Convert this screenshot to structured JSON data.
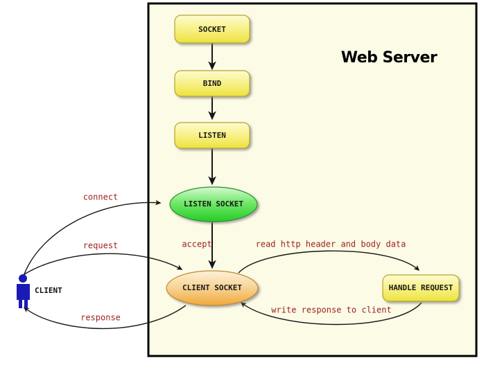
{
  "diagram": {
    "title": "Web Server",
    "background_color": "#ffffff",
    "server_panel_color": "#fbfbe6",
    "server_panel_border": "#000000",
    "accent_label_color": "#9e1f1f",
    "actor": {
      "name": "client-actor",
      "label": "CLIENT",
      "icon": "person-icon",
      "color": "#1a1ab4"
    },
    "process_nodes": [
      {
        "id": "socket",
        "label": "SOCKET",
        "shape": "rounded-rect",
        "color": "#f5ec6e"
      },
      {
        "id": "bind",
        "label": "BIND",
        "shape": "rounded-rect",
        "color": "#f5ec6e"
      },
      {
        "id": "listen",
        "label": "LISTEN",
        "shape": "rounded-rect",
        "color": "#f5ec6e"
      },
      {
        "id": "handle",
        "label": "HANDLE REQUEST",
        "shape": "rounded-rect",
        "color": "#f5ec6e"
      }
    ],
    "socket_nodes": [
      {
        "id": "listen-socket",
        "label": "LISTEN SOCKET",
        "shape": "ellipse",
        "color": "#4cdc4c"
      },
      {
        "id": "client-socket",
        "label": "CLIENT SOCKET",
        "shape": "ellipse",
        "color": "#f2b95e"
      }
    ],
    "edges": [
      {
        "id": "socket-to-bind",
        "label": ""
      },
      {
        "id": "bind-to-listen",
        "label": ""
      },
      {
        "id": "listen-to-listensocket",
        "label": ""
      },
      {
        "id": "accept",
        "label": "accept"
      },
      {
        "id": "connect",
        "label": "connect"
      },
      {
        "id": "request",
        "label": "request"
      },
      {
        "id": "response",
        "label": "response"
      },
      {
        "id": "read-http",
        "label": "read http header and body data"
      },
      {
        "id": "write-response",
        "label": "write response to client"
      }
    ]
  }
}
